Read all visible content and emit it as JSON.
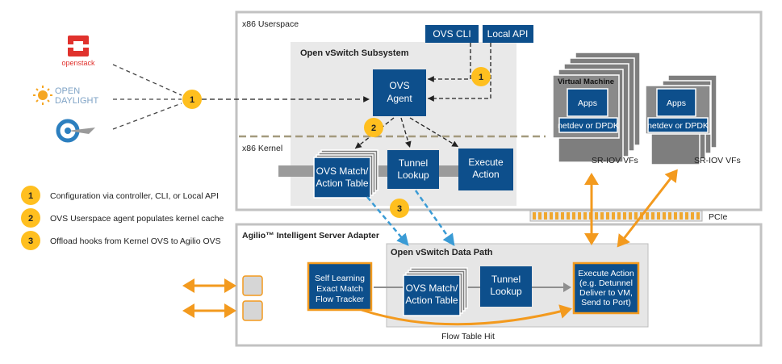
{
  "regions": {
    "userspace_label": "x86 Userspace",
    "kernel_label": "x86 Kernel",
    "subsystem_label": "Open vSwitch Subsystem",
    "adapter_label": "Agilio™ Intelligent Server Adapter",
    "datapath_label": "Open vSwitch Data Path",
    "pcie_label": "PCIe"
  },
  "controllers": {
    "openstack": "openstack",
    "opendaylight_line1": "OPEN",
    "opendaylight_line2": "DAYLIGHT"
  },
  "boxes": {
    "ovs_cli": "OVS CLI",
    "local_api": "Local API",
    "ovs_agent_l1": "OVS",
    "ovs_agent_l2": "Agent",
    "match_l1": "OVS Match/",
    "match_l2": "Action Table",
    "tunnel_l1": "Tunnel",
    "tunnel_l2": "Lookup",
    "execute_l1": "Execute",
    "execute_l2": "Action",
    "vm_label": "Virtual Machine",
    "apps": "Apps",
    "netdev": "netdev or DPDK",
    "sriov": "SR-IOV VFs",
    "selflearn_l1": "Self Learning",
    "selflearn_l2": "Exact Match",
    "selflearn_l3": "Flow Tracker",
    "exec_dp_l1": "Execute Action",
    "exec_dp_l2": "(e.g. Detunnel",
    "exec_dp_l3": "Deliver to VM,",
    "exec_dp_l4": "Send to Port)",
    "flow_hit": "Flow Table Hit"
  },
  "badges": [
    "1",
    "2",
    "3"
  ],
  "legend": [
    {
      "num": "1",
      "text": "Configuration via controller, CLI, or Local API"
    },
    {
      "num": "2",
      "text": "OVS Userspace agent populates kernel cache"
    },
    {
      "num": "3",
      "text": "Offload hooks from Kernel OVS to Agilio OVS"
    }
  ],
  "colors": {
    "navy": "#0d4f8c",
    "orange": "#f39a1e",
    "yellow": "#ffbf1f",
    "dashed_blue": "#3a9bd5"
  }
}
